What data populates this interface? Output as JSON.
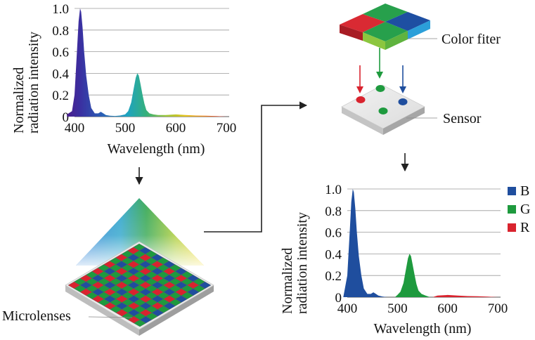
{
  "chart_data": [
    {
      "type": "area",
      "ylabel_line1": "Normalized",
      "ylabel_line2": "radiation intensity",
      "xlabel": "Wavelength (nm)",
      "xlim": [
        400,
        700
      ],
      "ylim": [
        0,
        1.0
      ],
      "x_ticks": [
        "400",
        "500",
        "600",
        "700"
      ],
      "y_ticks": [
        "0",
        "0.2",
        "0.4",
        "0.6",
        "0.8",
        "1.0"
      ],
      "grid": true,
      "spectrum": {
        "x": [
          385,
          395,
          400,
          405,
          408,
          411,
          413,
          416,
          419,
          423,
          428,
          433,
          440,
          447,
          452,
          457,
          462,
          470,
          480,
          490,
          500,
          506,
          512,
          517,
          521,
          524,
          527,
          530,
          534,
          538,
          542,
          548,
          556,
          565,
          580,
          600,
          620,
          640,
          660,
          680,
          700
        ],
        "y": [
          0.02,
          0.05,
          0.2,
          0.62,
          0.88,
          1.0,
          0.97,
          0.82,
          0.6,
          0.38,
          0.2,
          0.08,
          0.03,
          0.03,
          0.045,
          0.03,
          0.015,
          0.008,
          0.006,
          0.01,
          0.02,
          0.05,
          0.13,
          0.26,
          0.36,
          0.4,
          0.38,
          0.31,
          0.21,
          0.12,
          0.06,
          0.03,
          0.02,
          0.015,
          0.015,
          0.02,
          0.015,
          0.01,
          0.008,
          0.005,
          0.0
        ]
      }
    },
    {
      "type": "area",
      "ylabel_line1": "Normalized",
      "ylabel_line2": "radiation intensity",
      "xlabel": "Wavelength (nm)",
      "xlim": [
        400,
        700
      ],
      "ylim": [
        0,
        1.0
      ],
      "x_ticks": [
        "400",
        "500",
        "600",
        "700"
      ],
      "y_ticks": [
        "0",
        "0.2",
        "0.4",
        "0.6",
        "0.8",
        "1.0"
      ],
      "grid": true,
      "legend": [
        {
          "label": "B",
          "color": "#1f4e9e"
        },
        {
          "label": "G",
          "color": "#1e9a3e"
        },
        {
          "label": "R",
          "color": "#d9232e"
        }
      ],
      "series": [
        {
          "name": "B",
          "color": "#1f4e9e",
          "x": [
            392,
            400,
            405,
            408,
            411,
            413,
            416,
            419,
            423,
            428,
            433,
            440,
            447,
            452,
            457,
            462,
            470,
            480
          ],
          "y": [
            0.0,
            0.2,
            0.62,
            0.88,
            1.0,
            0.97,
            0.82,
            0.6,
            0.38,
            0.2,
            0.08,
            0.03,
            0.03,
            0.045,
            0.03,
            0.015,
            0.006,
            0.0
          ]
        },
        {
          "name": "G",
          "color": "#1e9a3e",
          "x": [
            495,
            500,
            506,
            512,
            517,
            521,
            524,
            527,
            530,
            534,
            538,
            542,
            548,
            556,
            565
          ],
          "y": [
            0.0,
            0.02,
            0.05,
            0.13,
            0.26,
            0.36,
            0.4,
            0.38,
            0.31,
            0.21,
            0.12,
            0.06,
            0.03,
            0.015,
            0.0
          ]
        },
        {
          "name": "R",
          "color": "#d9232e",
          "x": [
            570,
            580,
            600,
            620,
            640,
            660,
            680,
            700
          ],
          "y": [
            0.0,
            0.015,
            0.02,
            0.015,
            0.01,
            0.008,
            0.005,
            0.0
          ]
        }
      ]
    }
  ],
  "labels": {
    "color_filter": "Color fiter",
    "sensor": "Sensor",
    "microlenses": "Microlenses"
  },
  "colors": {
    "red": "#d9232e",
    "green": "#1e9a3e",
    "blue": "#1f4e9e",
    "grid": "#9a9a9a"
  }
}
